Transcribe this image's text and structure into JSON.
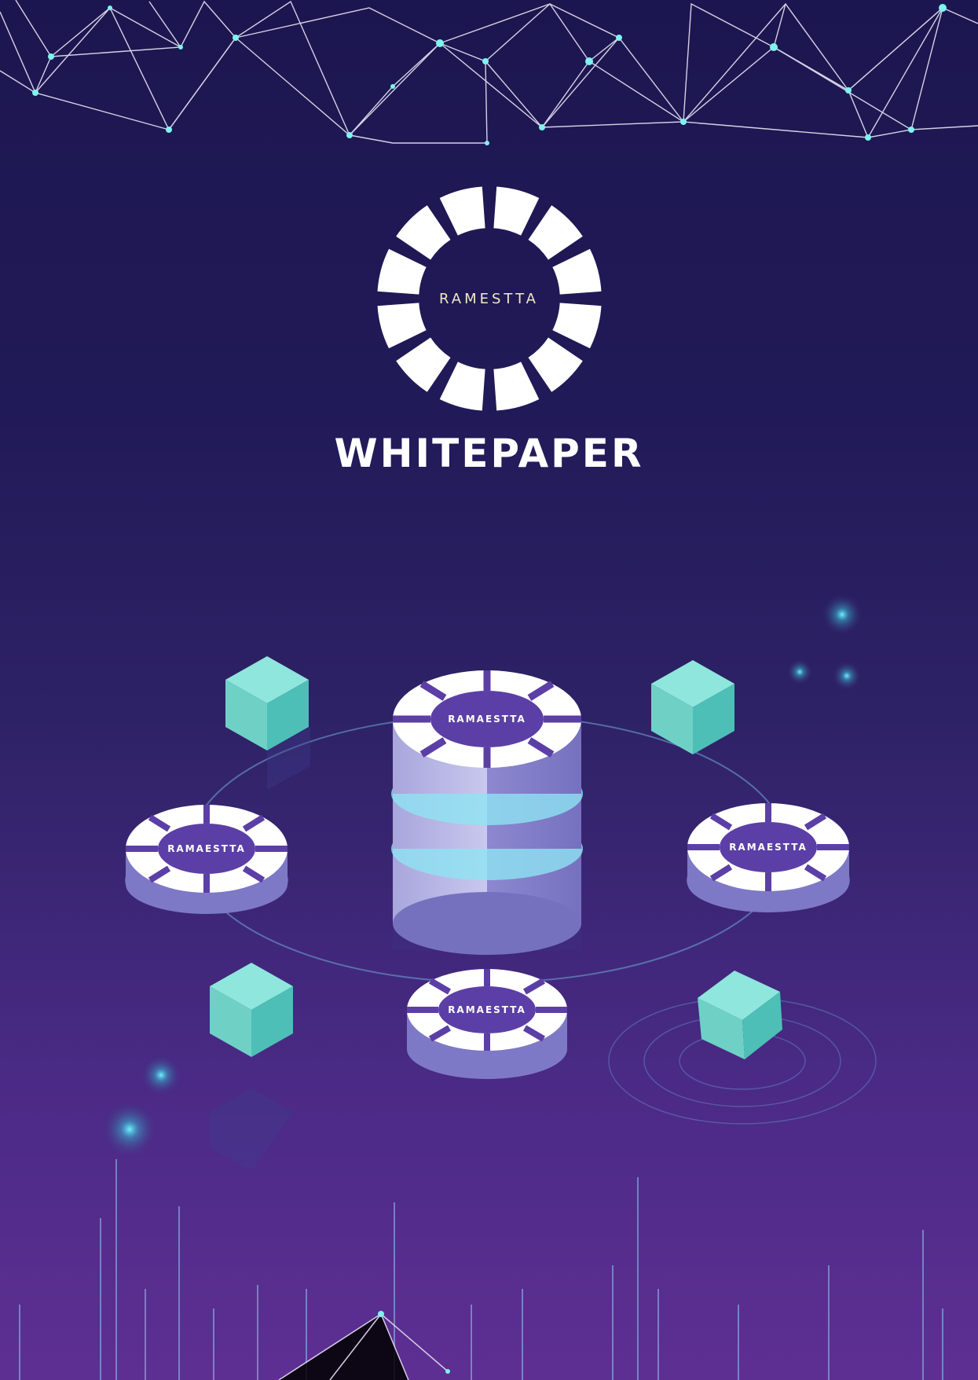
{
  "cover": {
    "title": "WHITEPAPER",
    "logo_text": "RAMESTTA",
    "disc_label": "RAMAESTTA"
  },
  "colors": {
    "background_top": "#1c1650",
    "background_bottom": "#5e2f93",
    "accent_cyan": "#5ed3c7",
    "disc_purple": "#5b3fa6",
    "logo_white": "#ffffff"
  }
}
